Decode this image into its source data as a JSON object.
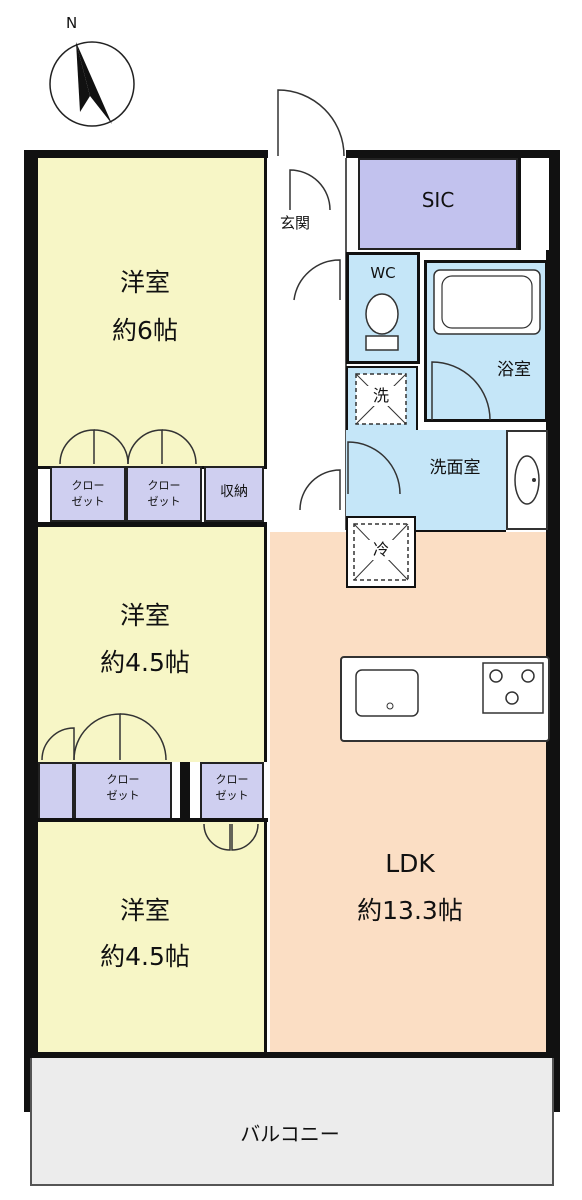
{
  "compass": {
    "north_label": "N"
  },
  "rooms": {
    "western_room_1": {
      "name": "洋室",
      "size": "約6帖"
    },
    "western_room_2": {
      "name": "洋室",
      "size": "約4.5帖"
    },
    "western_room_3": {
      "name": "洋室",
      "size": "約4.5帖"
    },
    "ldk": {
      "name": "LDK",
      "size": "約13.3帖"
    },
    "sic": "SIC",
    "entrance": "玄関",
    "wc": "WC",
    "bathroom": "浴室",
    "washroom": "洗面室",
    "storage": "収納",
    "balcony": "バルコニー"
  },
  "closet": {
    "line1": "クロー",
    "line2": "ゼット"
  },
  "appliances": {
    "washer": "洗",
    "fridge": "冷"
  },
  "colors": {
    "western_room": "#f7f6c6",
    "ldk": "#fbdec4",
    "sic": "#c2c2ee",
    "wet_area": "#c5e6f8",
    "closet": "#cfcff0",
    "hall": "#ffffff",
    "balcony": "#ececec",
    "wall": "#111111"
  }
}
